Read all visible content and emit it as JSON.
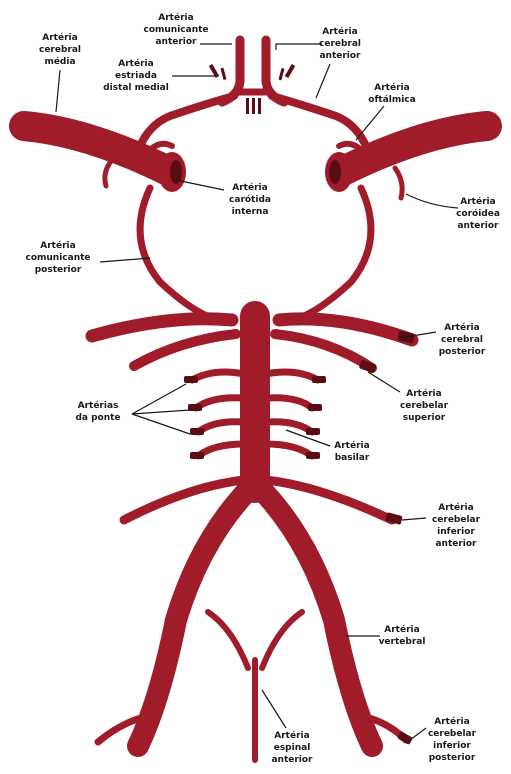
{
  "diagram": {
    "colors": {
      "artery": "#a01c2a",
      "artery_dark": "#5a0d15",
      "text": "#1a1a1a",
      "background": "#ffffff"
    },
    "labels": {
      "comunicante_anterior": [
        "Artéria",
        "comunicante",
        "anterior"
      ],
      "cerebral_media": [
        "Artéria",
        "cerebral",
        "média"
      ],
      "estriada_distal_medial": [
        "Artéria",
        "estriada",
        "distal medial"
      ],
      "cerebral_anterior": [
        "Artéria",
        "cerebral",
        "anterior"
      ],
      "oftalmica": [
        "Artéria",
        "oftálmica"
      ],
      "carotida_interna": [
        "Artéria",
        "carótida",
        "interna"
      ],
      "coroidea_anterior": [
        "Artéria",
        "coróidea",
        "anterior"
      ],
      "comunicante_posterior": [
        "Artéria",
        "comunicante",
        "posterior"
      ],
      "cerebral_posterior": [
        "Artéria",
        "cerebral",
        "posterior"
      ],
      "arterias_ponte": [
        "Artérias",
        "da ponte"
      ],
      "cerebelar_superior": [
        "Artéria",
        "cerebelar",
        "superior"
      ],
      "basilar": [
        "Artéria",
        "basilar"
      ],
      "cerebelar_inferior_anterior": [
        "Artéria",
        "cerebelar",
        "inferior",
        "anterior"
      ],
      "vertebral": [
        "Artéria",
        "vertebral"
      ],
      "espinal_anterior": [
        "Artéria",
        "espinal",
        "anterior"
      ],
      "cerebelar_inferior_posterior": [
        "Artéria",
        "cerebelar",
        "inferior",
        "posterior"
      ]
    }
  }
}
